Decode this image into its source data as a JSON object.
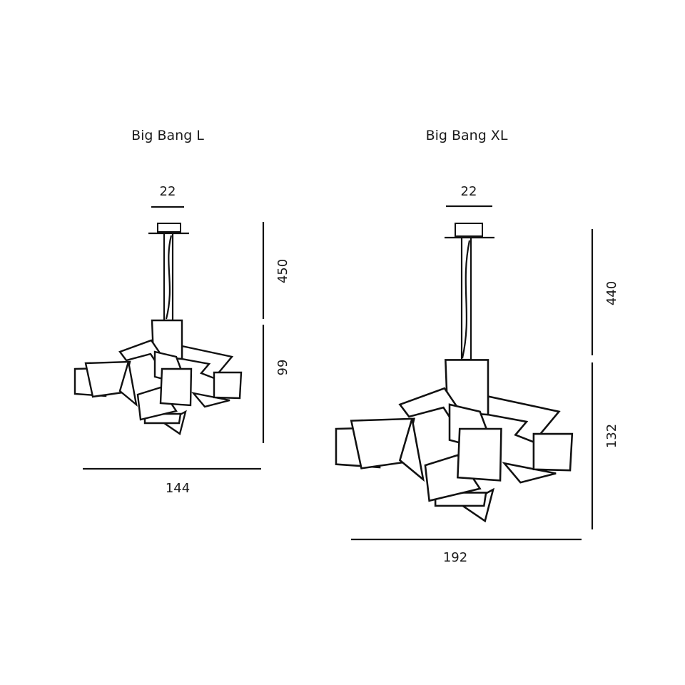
{
  "products": [
    {
      "name": "Big Bang L",
      "dimensions": {
        "canopy_diameter": "22",
        "cable_length": "450",
        "height": "99",
        "width": "144"
      }
    },
    {
      "name": "Big Bang XL",
      "dimensions": {
        "canopy_diameter": "22",
        "cable_length": "440",
        "height": "132",
        "width": "192"
      }
    }
  ]
}
